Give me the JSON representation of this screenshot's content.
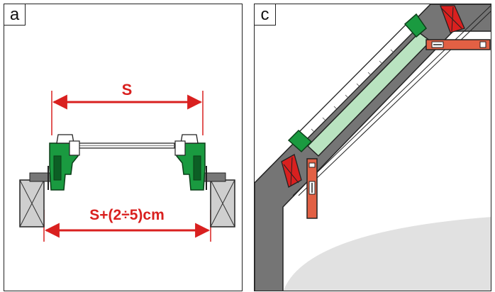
{
  "panels": [
    {
      "label": "a",
      "dimension_top": "S",
      "dimension_bottom": "S+(2÷5)cm"
    },
    {
      "label": "c"
    }
  ],
  "colors": {
    "window_green": "#1a9a40",
    "dark_green": "#0c5f25",
    "dimension_red": "#d9201f",
    "spirit_level_orange": "#e26044",
    "roof_grey": "#757575",
    "glass_green": "#b9e3c0",
    "shadow_grey": "#e1e1e1"
  },
  "icons": [
    "window-frame-section-icon",
    "spirit-level-icon",
    "red-wedge-icon",
    "wall-block-icon"
  ]
}
